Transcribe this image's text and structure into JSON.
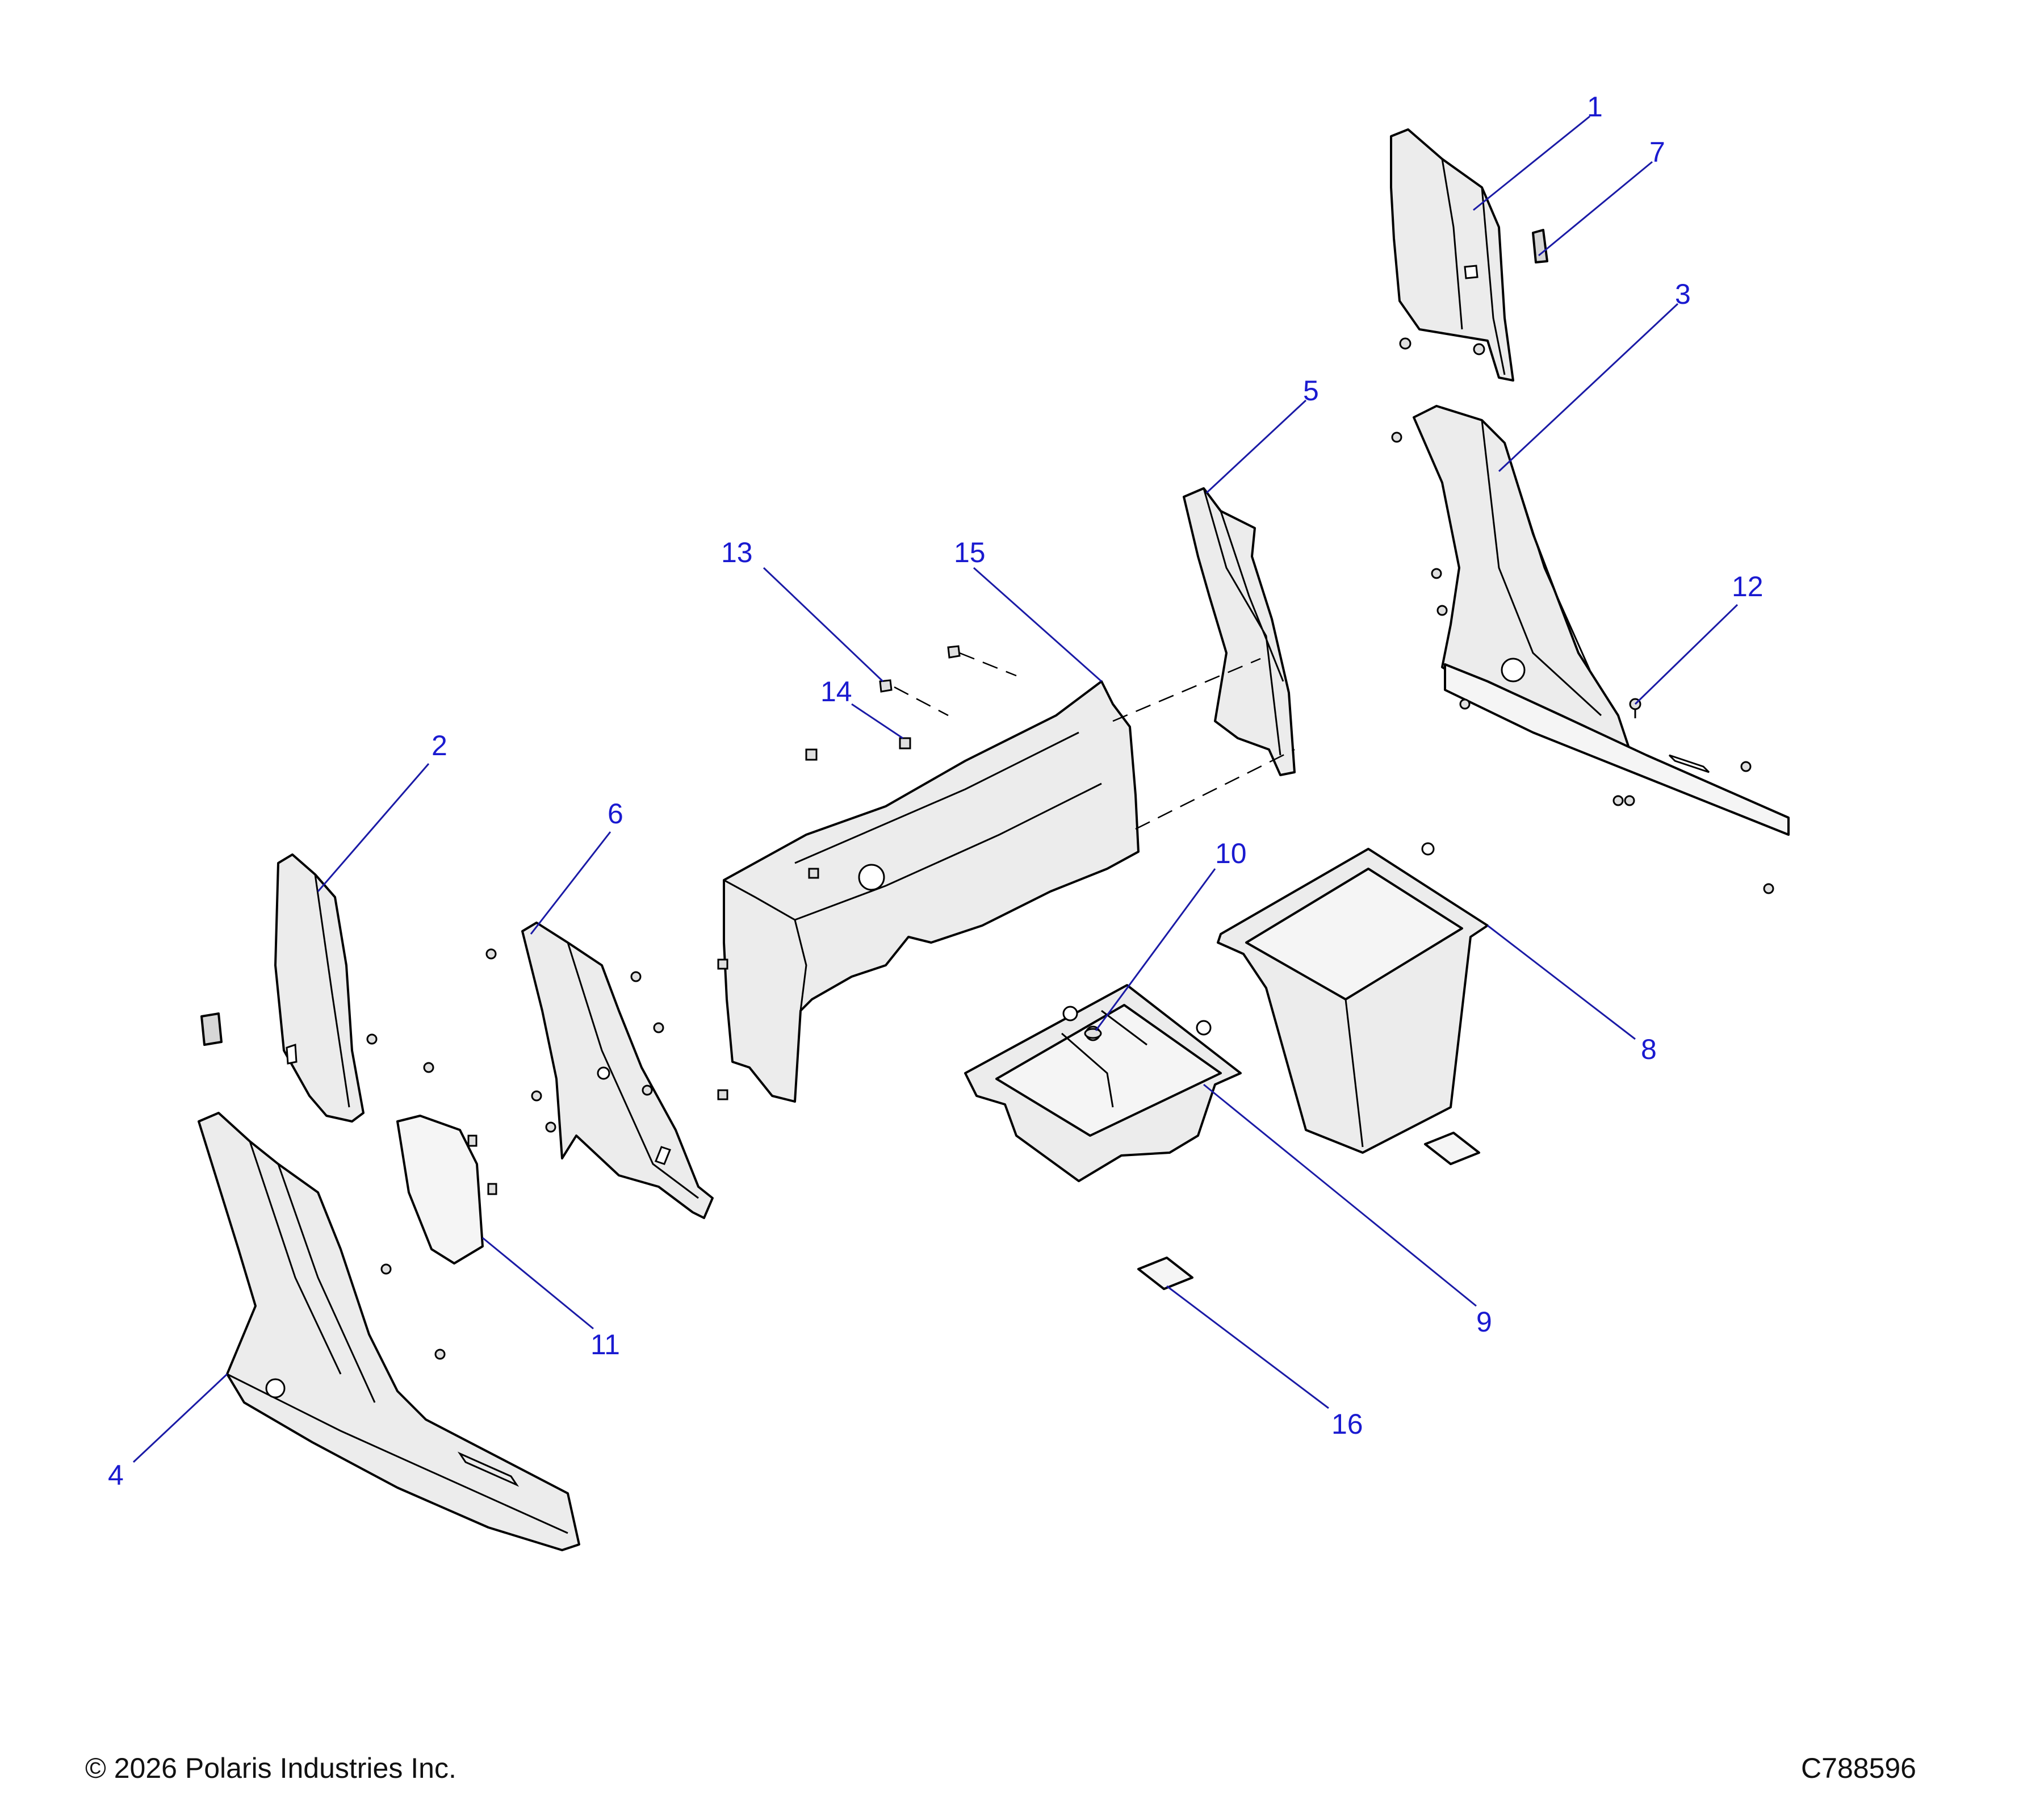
{
  "footer": {
    "copyright": "© 2026 Polaris Industries Inc.",
    "drawing_number": "C788596"
  },
  "callouts": {
    "c1": "1",
    "c2": "2",
    "c3": "3",
    "c4": "4",
    "c5": "5",
    "c6": "6",
    "c7": "7",
    "c8": "8",
    "c9": "9",
    "c10": "10",
    "c11": "11",
    "c12": "12",
    "c13": "13",
    "c14": "14",
    "c15": "15",
    "c16": "16"
  },
  "colors": {
    "callout": "#1a1ad0",
    "leader": "#1a1aa6",
    "line_art": "#000000"
  }
}
